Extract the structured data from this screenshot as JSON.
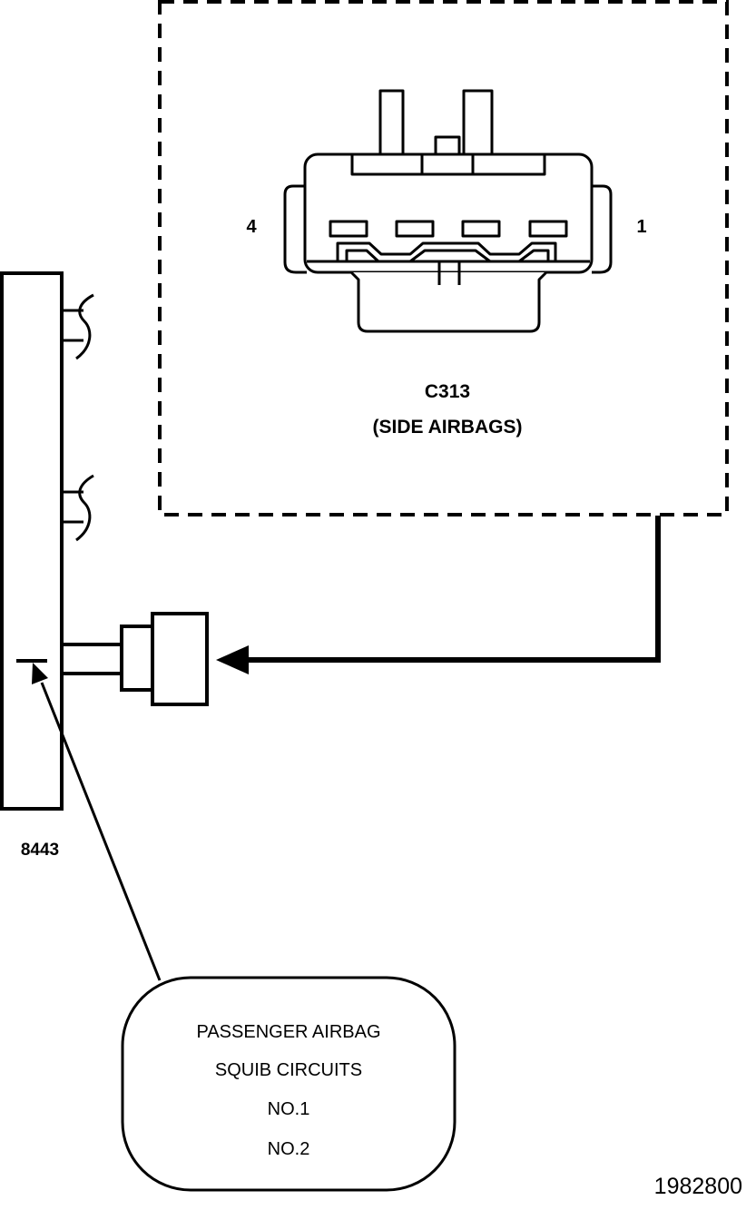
{
  "connector": {
    "name": "C313",
    "description": "(SIDE AIRBAGS)",
    "pin_left": "4",
    "pin_right": "1"
  },
  "module": {
    "id": "8443"
  },
  "callout": {
    "lines": [
      "PASSENGER AIRBAG",
      "SQUIB CIRCUITS",
      "NO.1",
      "NO.2"
    ]
  },
  "figure_number": "1982800"
}
